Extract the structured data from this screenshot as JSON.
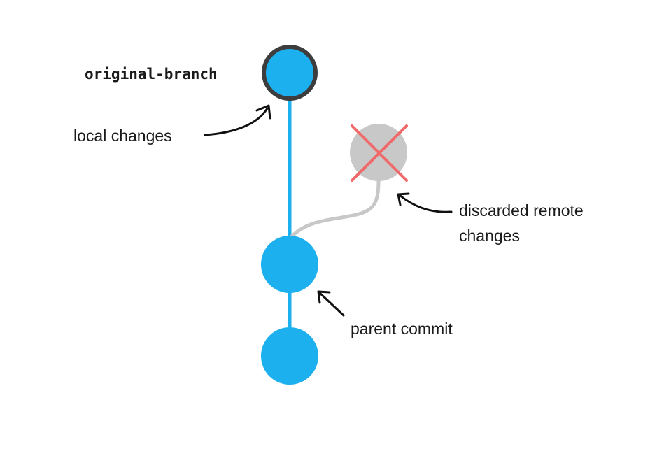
{
  "branch_label": "original-branch",
  "annotations": {
    "local_changes": "local changes",
    "discarded_line1": "discarded remote",
    "discarded_line2": "changes",
    "parent_commit": "parent commit"
  },
  "colors": {
    "commit": "#1db0ef",
    "head_border": "#3d3d3d",
    "discarded_commit": "#c8c8c8",
    "discarded_mark": "#f06a6a",
    "arrow": "#111111"
  },
  "icons": {
    "discarded_mark": "x-mark-icon"
  }
}
